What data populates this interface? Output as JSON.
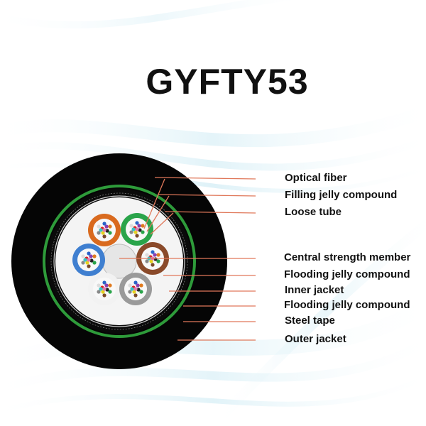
{
  "title": "GYFTY53",
  "colors": {
    "outer_jacket": "#050505",
    "steel_tape": "#2e9b3a",
    "leader_line": "#e0785a",
    "background_streak": "#bfe6f2",
    "tube_orange": "#d96a1e",
    "tube_green": "#2aa44a",
    "tube_blue": "#3f7fd0",
    "tube_brown": "#8a4a2a",
    "tube_gray": "#9a9a9a",
    "tube_white": "#f2f2f2"
  },
  "layers": [
    {
      "label": "Optical fiber"
    },
    {
      "label": "Filling jelly compound"
    },
    {
      "label": "Loose tube"
    },
    {
      "label": "Central strength member"
    },
    {
      "label": "Flooding jelly compound"
    },
    {
      "label": "Inner jacket"
    },
    {
      "label": "Flooding jelly compound"
    },
    {
      "label": "Steel tape"
    },
    {
      "label": "Outer jacket"
    }
  ]
}
